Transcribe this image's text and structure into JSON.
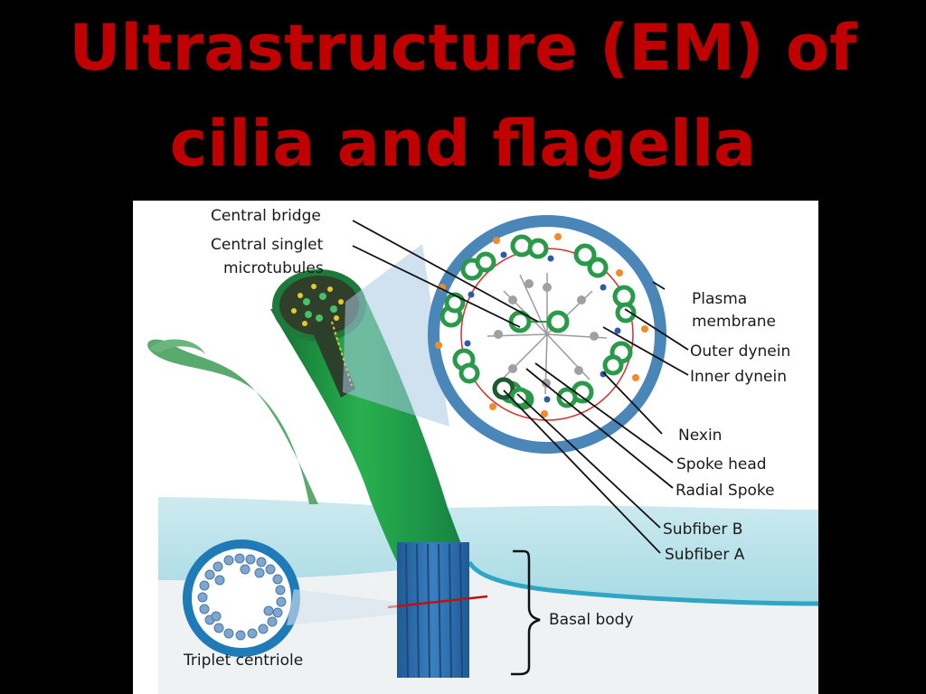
{
  "slide": {
    "title_line1": "Ultrastructure (EM) of",
    "title_line2": "cilia and flagella"
  },
  "diagram": {
    "labels": {
      "central_bridge": "Central bridge",
      "central_singlet_1": "Central singlet",
      "central_singlet_2": "microtubules",
      "plasma_1": "Plasma",
      "plasma_2": "membrane",
      "outer_dynein": "Outer dynein",
      "inner_dynein": "Inner dynein",
      "nexin": "Nexin",
      "spoke_head": "Spoke head",
      "radial_spoke": "Radial Spoke",
      "subfiber_b": "Subfiber B",
      "subfiber_a": "Subfiber A",
      "basal_body": "Basal body",
      "triplet_centriole": "Triplet centriole"
    },
    "colors": {
      "title": "#c00000",
      "membrane_ring": "#4a86b8",
      "doublet": "#2a9a4a",
      "outer_dynein_arm": "#f08a2a",
      "inner_dynein_arm": "#2a5aa8",
      "cilium_shaft": "#1e9e4a",
      "cytoplasm": "#bfe4ea",
      "basal_body": "#2f6fb0"
    }
  }
}
